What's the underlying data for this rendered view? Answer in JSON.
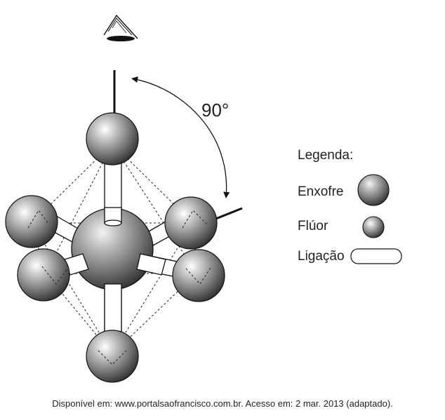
{
  "diagram": {
    "angle_label": "90°",
    "legend": {
      "title": "Legenda:",
      "sulfur": "Enxofre",
      "fluorine": "Flúor",
      "bond": "Ligação"
    },
    "source": "Disponível em: www.portalsaofrancisco.com.br. Acesso em: 2 mar. 2013 (adaptado)."
  },
  "colors": {
    "atom_highlight": "#ffffff",
    "atom_mid": "#8a8a8a",
    "atom_dark": "#2a2a2a",
    "stroke": "#111111",
    "text": "#222222"
  },
  "icons": {
    "viewer": "eye-cone-icon"
  }
}
